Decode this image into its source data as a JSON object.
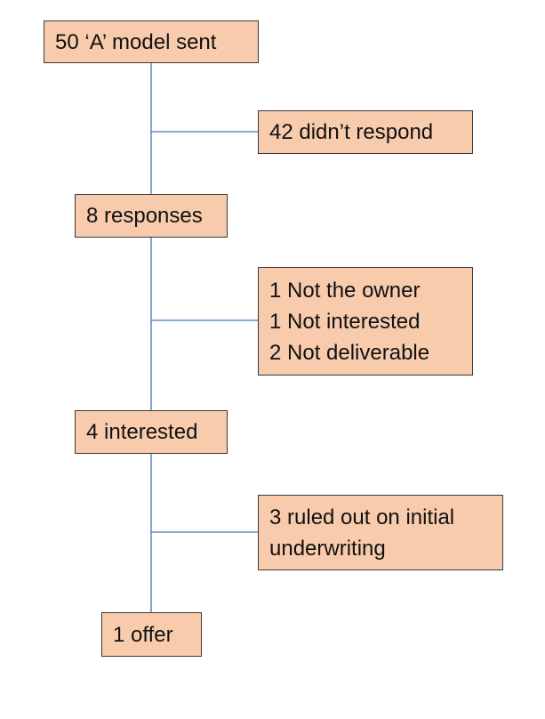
{
  "colors": {
    "box_fill": "#F8CBAD",
    "box_border": "#3A3A3A",
    "connector": "#4472C4"
  },
  "diagram": {
    "main": [
      {
        "id": "sent",
        "lines": [
          "50 ‘A’ model sent"
        ]
      },
      {
        "id": "responses",
        "lines": [
          "8 responses"
        ]
      },
      {
        "id": "interested",
        "lines": [
          "4 interested"
        ]
      },
      {
        "id": "offer",
        "lines": [
          "1 offer"
        ]
      }
    ],
    "branches": [
      {
        "id": "no-response",
        "lines": [
          "42 didn’t respond"
        ]
      },
      {
        "id": "rejections",
        "lines": [
          "1 Not the owner",
          "1 Not interested",
          "2 Not deliverable"
        ]
      },
      {
        "id": "ruled-out",
        "lines": [
          "3 ruled out on initial",
          "underwriting"
        ]
      }
    ]
  }
}
